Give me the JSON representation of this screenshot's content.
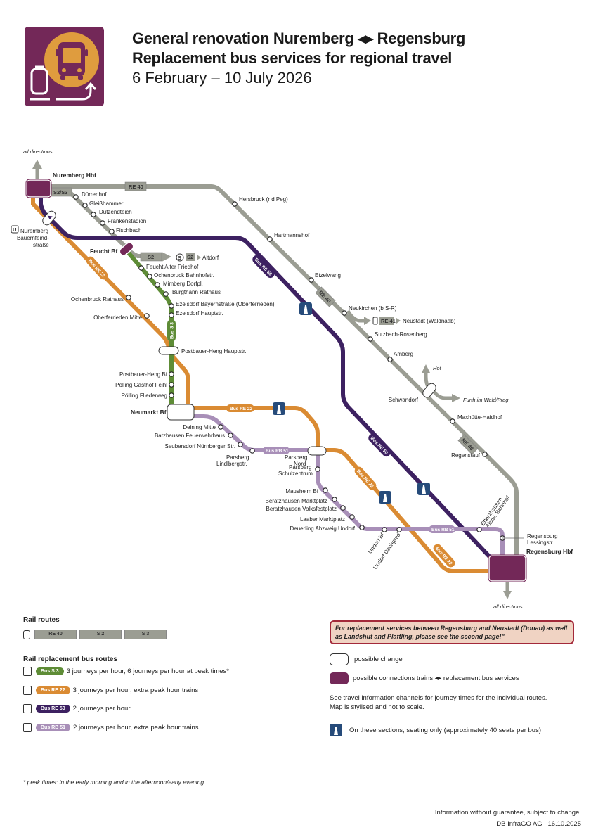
{
  "header": {
    "title_line1": "General renovation Nuremberg ◂▸ Regensburg",
    "title_line2": "Replacement bus services for regional travel",
    "dates": "6 February – 10 July 2026"
  },
  "colors": {
    "rail": "#9b9d93",
    "bus_s3": "#5e8c36",
    "bus_re22": "#da8b33",
    "bus_re50": "#3d2161",
    "bus_rb51": "#a88fb8",
    "hub": "#732858",
    "motorway": "#264b7a"
  },
  "map": {
    "directions_top": "all directions",
    "directions_bottom": "all directions",
    "hubs": {
      "nuremberg": "Nuremberg Hbf",
      "feucht": "Feucht Bf",
      "neumarkt": "Neumarkt Bf",
      "regensburg": "Regensburg Hbf"
    },
    "rail_tags": {
      "re40": "RE 40",
      "s2s3": "S2/S3",
      "s2": "S2",
      "s2_small": "S2",
      "re41": "RE 41"
    },
    "s_symbol": "S",
    "u_symbol": "U",
    "branch_destinations": {
      "altdorf": "Altdorf",
      "neustadt": "Neustadt (Waldnaab)",
      "hof": "Hof",
      "furth": "Furth im Wald/Prag"
    },
    "route_tags": {
      "re22": "Bus RE 22",
      "re50": "Bus RE 50",
      "s3": "Bus S 3",
      "rb51": "Bus RB 51"
    },
    "stations_s2s3": [
      "Dürrenhof",
      "Gleißhammer",
      "Dutzendteich",
      "Frankenstadion",
      "Fischbach"
    ],
    "stations_re40": [
      "Hersbruck (r d Peg)",
      "Hartmannshof",
      "Etzelwang",
      "Neukirchen (b S-R)",
      "Sulzbach-Rosenberg",
      "Amberg",
      "Schwandorf",
      "Maxhütte-Haidhof",
      "Regenstauf"
    ],
    "stations_s3": [
      "Feucht Alter Friedhof",
      "Ochenbruck Bahnhofstr.",
      "Mimberg Dorfpl.",
      "Burgthann Rathaus",
      "Ezelsdorf Bayernstraße (Oberferrieden)",
      "Ezelsdorf Hauptstr.",
      "Postbauer-Heng Hauptstr.",
      "Postbauer-Heng Bf",
      "Pölling Gasthof Feihl",
      "Pölling Fliederweg"
    ],
    "stations_re22": [
      "Nuremberg Bauernfeind-straße",
      "Ochenbruck Rathaus",
      "Oberferrieden Mitte"
    ],
    "stations_rb51": [
      "Deining Mitte",
      "Batzhausen Feuerwehrhaus",
      "Seubersdorf Nürnberger Str.",
      "Parsberg Lindlbergstr.",
      "Parsberg Nord",
      "Parsberg Schulzentrum",
      "Mausheim Bf",
      "Beratzhausen Marktplatz",
      "Beratzhausen Volksfestplatz",
      "Laaber Marktplatz",
      "Deuerling Abzweig Undorf",
      "Undorf Bf",
      "Undorf Dachgred",
      "Etterzhausen Abzw. Bahnhof",
      "Regensburg Lessingstr."
    ],
    "bauernfeind_line1": "Nuremberg",
    "bauernfeind_line2": "Bauernfeind-",
    "bauernfeind_line3": "straße",
    "parsberg_lindl_1": "Parsberg",
    "parsberg_lindl_2": "Lindlbergstr.",
    "parsberg_nord_1": "Parsberg",
    "parsberg_nord_2": "Nord",
    "parsberg_schul_1": "Parsberg",
    "parsberg_schul_2": "Schulzentrum",
    "etterz_1": "Etterzhausen",
    "etterz_2": "Abzw. Bahnhof",
    "lessing_1": "Regensburg",
    "lessing_2": "Lessingstr."
  },
  "legend": {
    "rail_heading": "Rail routes",
    "rail_routes": [
      "RE 40",
      "S 2",
      "S 3"
    ],
    "bus_heading": "Rail replacement bus routes",
    "bus_routes": [
      {
        "label": "Bus S 3",
        "text": "3 journeys per hour, 6 journeys per hour at peak times*"
      },
      {
        "label": "Bus RE 22",
        "text": "3 journeys per hour, extra peak hour trains"
      },
      {
        "label": "Bus RE 50",
        "text": "2 journeys per hour"
      },
      {
        "label": "Bus RB 51",
        "text": "2 journeys per hour, extra peak hour trains"
      }
    ],
    "note": "For replacement services between Regensburg and Neustadt (Donau) as well as Landshut and Plattling, please see the second page!\"",
    "possible_change": "possible change",
    "possible_connections": "possible connections trains ◂▸ replacement bus services",
    "info_line1": "See travel information channels for journey times for the individual routes.",
    "info_line2": "Map is stylised and not to scale.",
    "seating_only": "On these sections, seating only (approximately 40 seats per bus)"
  },
  "footer": {
    "peak_note": "* peak times: in the early morning and in the afternoon/early evening",
    "disclaimer": "Information without guarantee, subject to change.",
    "publisher": "DB InfraGO AG | 16.10.2025"
  }
}
